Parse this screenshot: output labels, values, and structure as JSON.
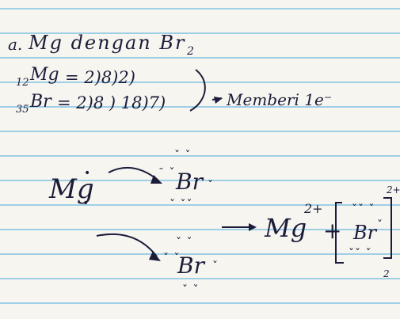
{
  "heading": {
    "label": "a.",
    "text": "Mg dengan Br",
    "subscript": "2"
  },
  "configurations": [
    {
      "atomic_number": "12",
      "symbol": "Mg",
      "config": "= 2)8)2)"
    },
    {
      "atomic_number": "35",
      "symbol": "Br",
      "config": "= 2)8 ) 18)7)"
    }
  ],
  "note": "Memberi 1e⁻",
  "reaction": {
    "reactant": "Mg",
    "bromine_top": "Br",
    "bromine_bottom": "Br",
    "product_cation": "Mg",
    "product_cation_charge": "2+",
    "plus": "+",
    "product_anion": "Br",
    "bracket_charge": "2+",
    "bracket_subscript": "2"
  }
}
